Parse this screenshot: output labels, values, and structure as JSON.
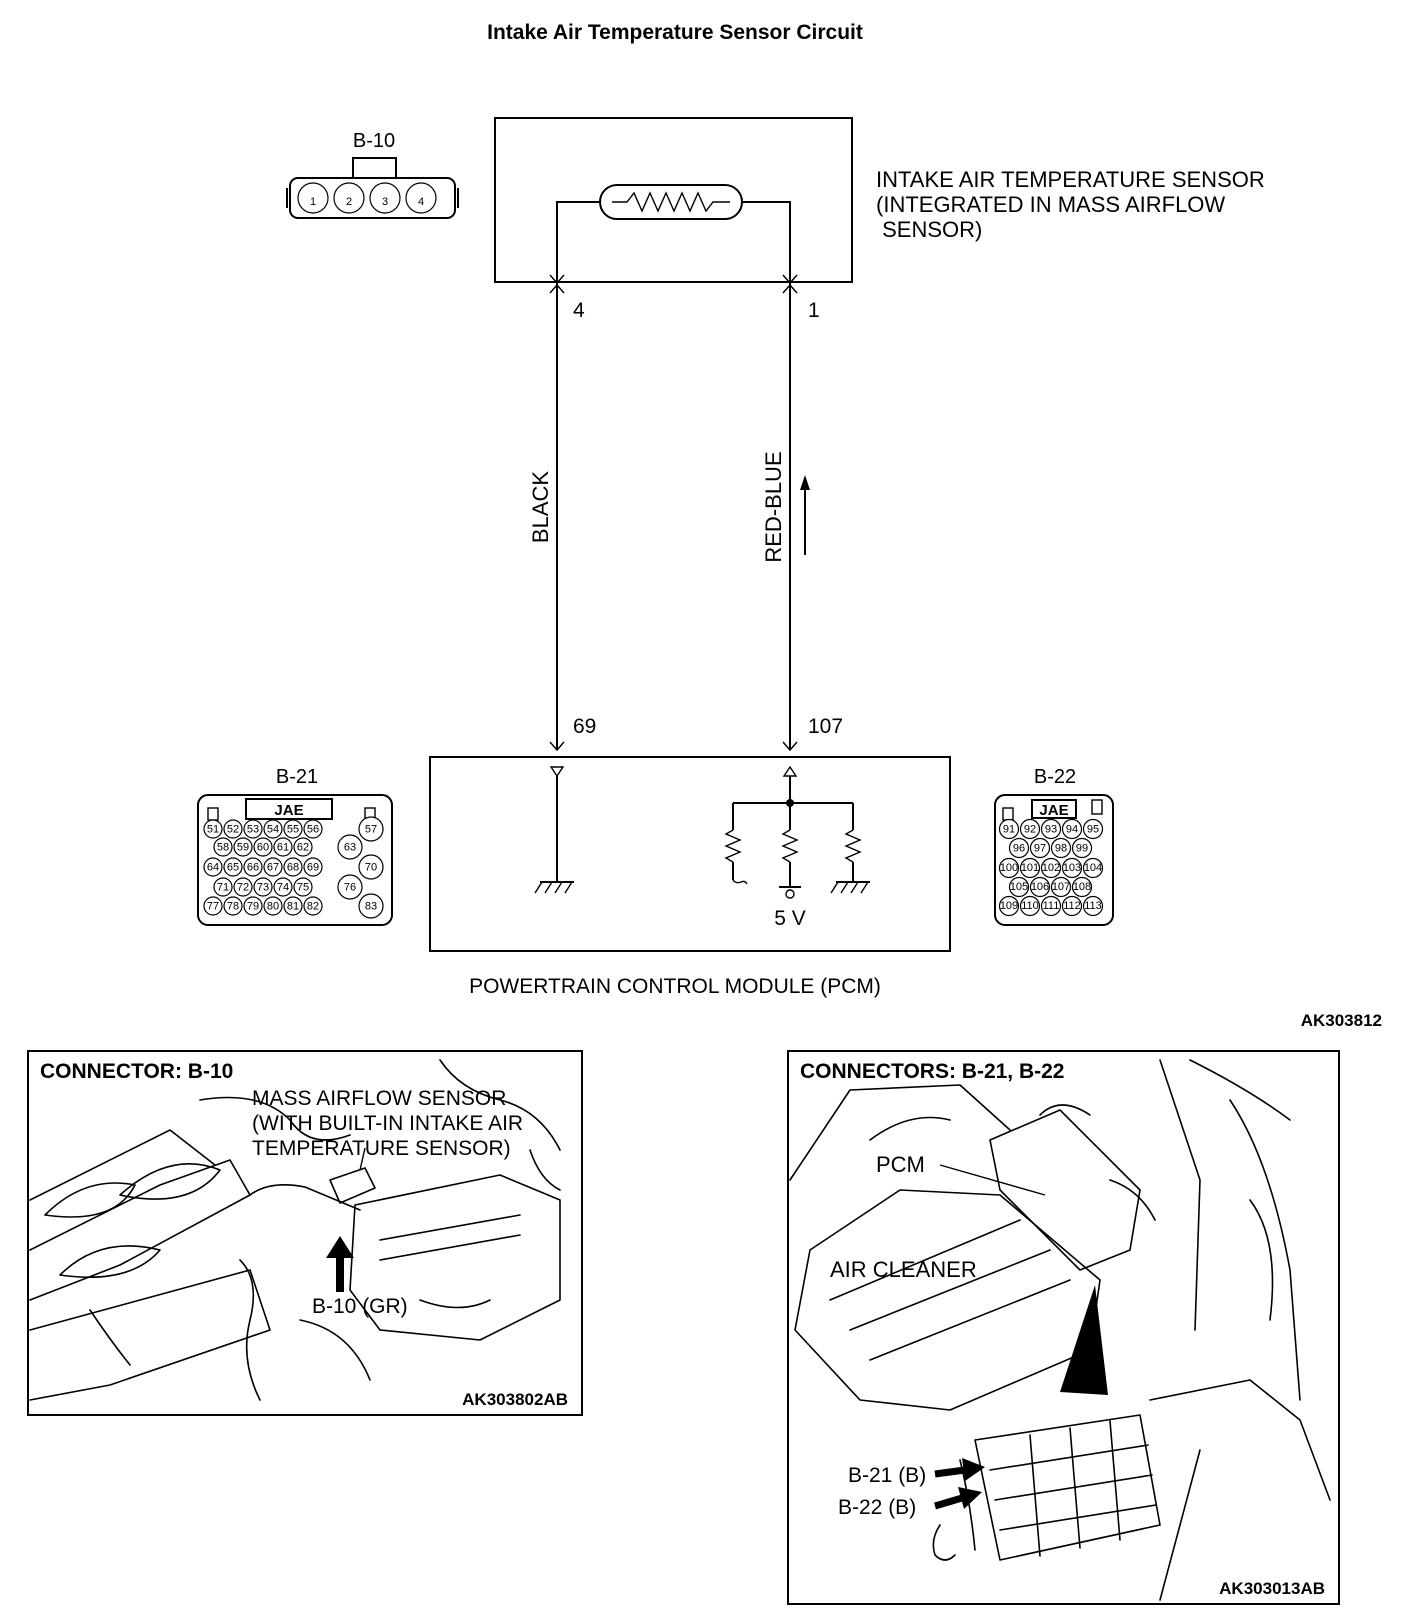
{
  "title": "Intake Air Temperature Sensor Circuit",
  "sensor": {
    "connector": "B-10",
    "pins": [
      "1",
      "2",
      "3",
      "4"
    ],
    "label_lines": [
      "INTAKE AIR TEMPERATURE SENSOR",
      "(INTEGRATED IN MASS AIRFLOW",
      " SENSOR)"
    ],
    "pin_left": "4",
    "pin_right": "1"
  },
  "wires": {
    "left_color": "BLACK",
    "right_color": "RED-BLUE"
  },
  "pcm": {
    "pin_left": "69",
    "pin_right": "107",
    "voltage": "5 V",
    "label": "POWERTRAIN CONTROL MODULE (PCM)"
  },
  "connector_b21": {
    "name": "B-21",
    "maker": "JAE",
    "rows": [
      [
        "51",
        "52",
        "53",
        "54",
        "55",
        "56",
        "57"
      ],
      [
        "58",
        "59",
        "60",
        "61",
        "62",
        "63"
      ],
      [
        "64",
        "65",
        "66",
        "67",
        "68",
        "69",
        "70"
      ],
      [
        "71",
        "72",
        "73",
        "74",
        "75",
        "76"
      ],
      [
        "77",
        "78",
        "79",
        "80",
        "81",
        "82",
        "83"
      ]
    ]
  },
  "connector_b22": {
    "name": "B-22",
    "maker": "JAE",
    "rows": [
      [
        "91",
        "92",
        "93",
        "94",
        "95"
      ],
      [
        "96",
        "97",
        "98",
        "99"
      ],
      [
        "100",
        "101",
        "102",
        "103",
        "104"
      ],
      [
        "105",
        "106",
        "107",
        "108"
      ],
      [
        "109",
        "110",
        "111",
        "112",
        "113"
      ]
    ]
  },
  "figure_id_top": "AK303812",
  "panel_left": {
    "title": "CONNECTOR: B-10",
    "label_lines": [
      "MASS AIRFLOW SENSOR",
      "(WITH BUILT-IN INTAKE AIR",
      "TEMPERATURE SENSOR)"
    ],
    "callout": "B-10 (GR)",
    "figure_id": "AK303802AB"
  },
  "panel_right": {
    "title": "CONNECTORS: B-21, B-22",
    "pcm_label": "PCM",
    "air_cleaner_label": "AIR CLEANER",
    "callout_b21": "B-21 (B)",
    "callout_b22": "B-22 (B)",
    "figure_id": "AK303013AB"
  }
}
